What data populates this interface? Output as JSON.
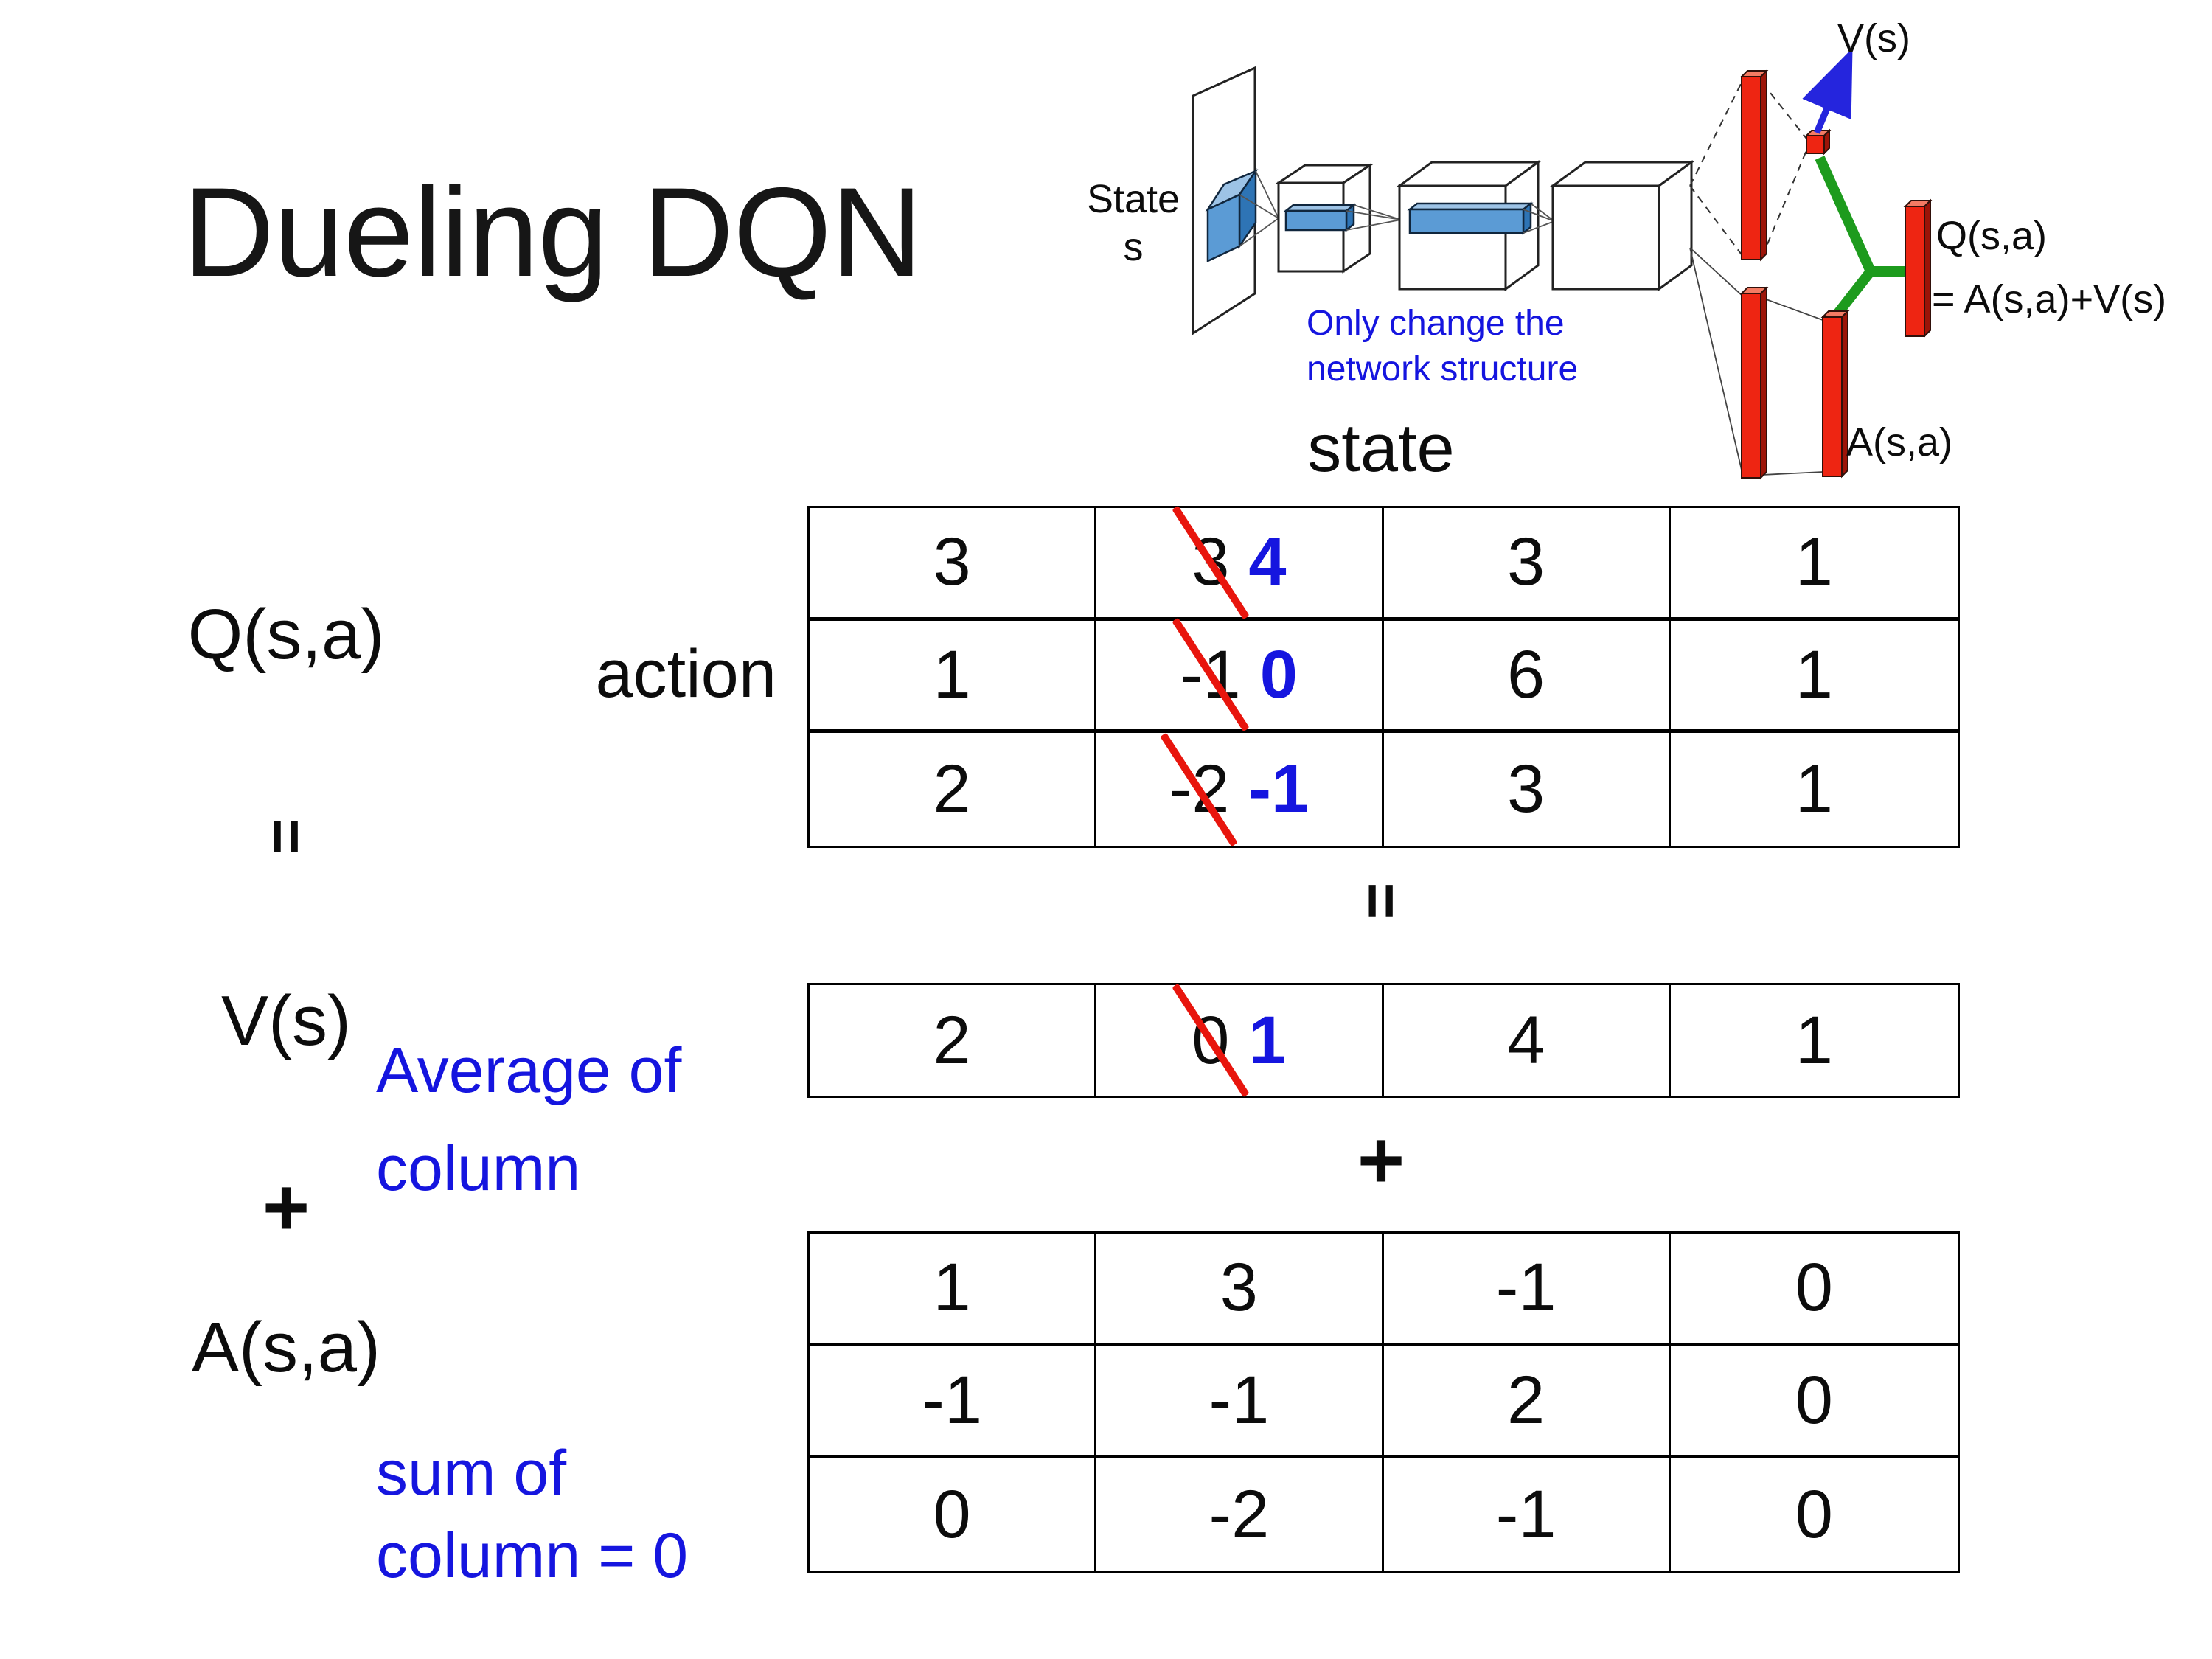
{
  "title": "Dueling DQN",
  "colors": {
    "accent_blue": "#1515df",
    "strike_red": "#e8150d",
    "bar_red": "#ee2512",
    "connector_green": "#1d9b1d",
    "arrow_blue": "#2525dd",
    "box_blue": "#5b9bd5"
  },
  "diagram": {
    "state_line1": "State",
    "state_line2": "s",
    "note_line1": "Only change the",
    "note_line2": "network structure",
    "v_out": "V(s)",
    "a_out": "A(s,a)",
    "q_out_line1": "Q(s,a)",
    "q_out_line2": "= A(s,a)+V(s)"
  },
  "equation": {
    "q_label": "Q(s,a)",
    "equals": "=",
    "v_label": "V(s)",
    "plus": "+",
    "a_label": "A(s,a)",
    "avg_note_line1": "Average of",
    "avg_note_line2": "column",
    "sum_note_line1": "sum of",
    "sum_note_line2": "column = 0"
  },
  "matrix": {
    "state_header": "state",
    "action_header": "action",
    "mid_equals": "=",
    "mid_plus": "+",
    "q": {
      "rows": [
        {
          "c1": "3",
          "old": "3",
          "new": "4",
          "c3": "3",
          "c4": "1"
        },
        {
          "c1": "1",
          "old": "-1",
          "new": "0",
          "c3": "6",
          "c4": "1"
        },
        {
          "c1": "2",
          "old": "-2",
          "new": "-1",
          "c3": "3",
          "c4": "1"
        }
      ]
    },
    "v": {
      "c1": "2",
      "old": "0",
      "new": "1",
      "c3": "4",
      "c4": "1"
    },
    "a": {
      "rows": [
        [
          "1",
          "3",
          "-1",
          "0"
        ],
        [
          "-1",
          "-1",
          "2",
          "0"
        ],
        [
          "0",
          "-2",
          "-1",
          "0"
        ]
      ]
    }
  }
}
